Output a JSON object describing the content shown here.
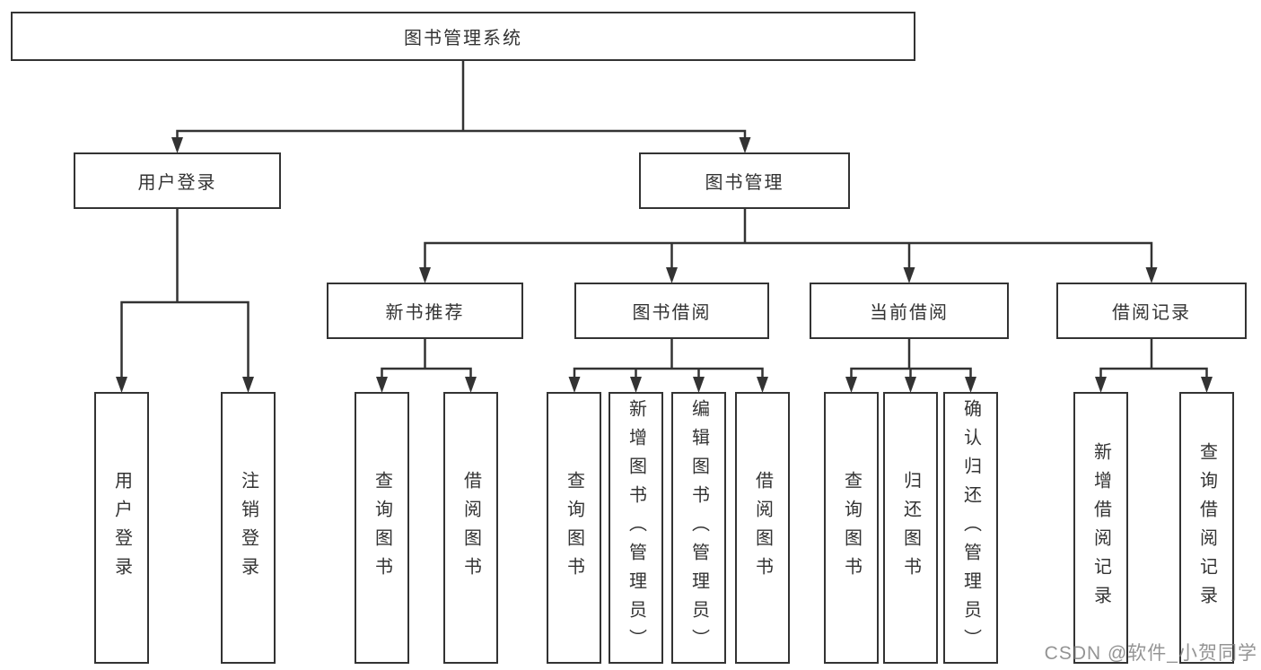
{
  "diagram": {
    "root": {
      "label": "图书管理系统"
    },
    "branches": [
      {
        "label": "用户登录",
        "children": [
          {
            "label": "用户登录"
          },
          {
            "label": "注销登录"
          }
        ]
      },
      {
        "label": "图书管理",
        "children": [
          {
            "label": "新书推荐",
            "children": [
              {
                "label": "查询图书"
              },
              {
                "label": "借阅图书"
              }
            ]
          },
          {
            "label": "图书借阅",
            "children": [
              {
                "label": "查询图书"
              },
              {
                "label": "新增图书（管理员）"
              },
              {
                "label": "编辑图书（管理员）"
              },
              {
                "label": "借阅图书"
              }
            ]
          },
          {
            "label": "当前借阅",
            "children": [
              {
                "label": "查询图书"
              },
              {
                "label": "归还图书"
              },
              {
                "label": "确认归还（管理员）"
              }
            ]
          },
          {
            "label": "借阅记录",
            "children": [
              {
                "label": "新增借阅记录"
              },
              {
                "label": "查询借阅记录"
              }
            ]
          }
        ]
      }
    ]
  },
  "watermark": {
    "text": "CSDN @软件_小贺同学"
  },
  "colors": {
    "line": "#333333",
    "box_border": "#333333",
    "box_fill": "#ffffff",
    "text": "#333333",
    "watermark": "#7d7d7d"
  }
}
